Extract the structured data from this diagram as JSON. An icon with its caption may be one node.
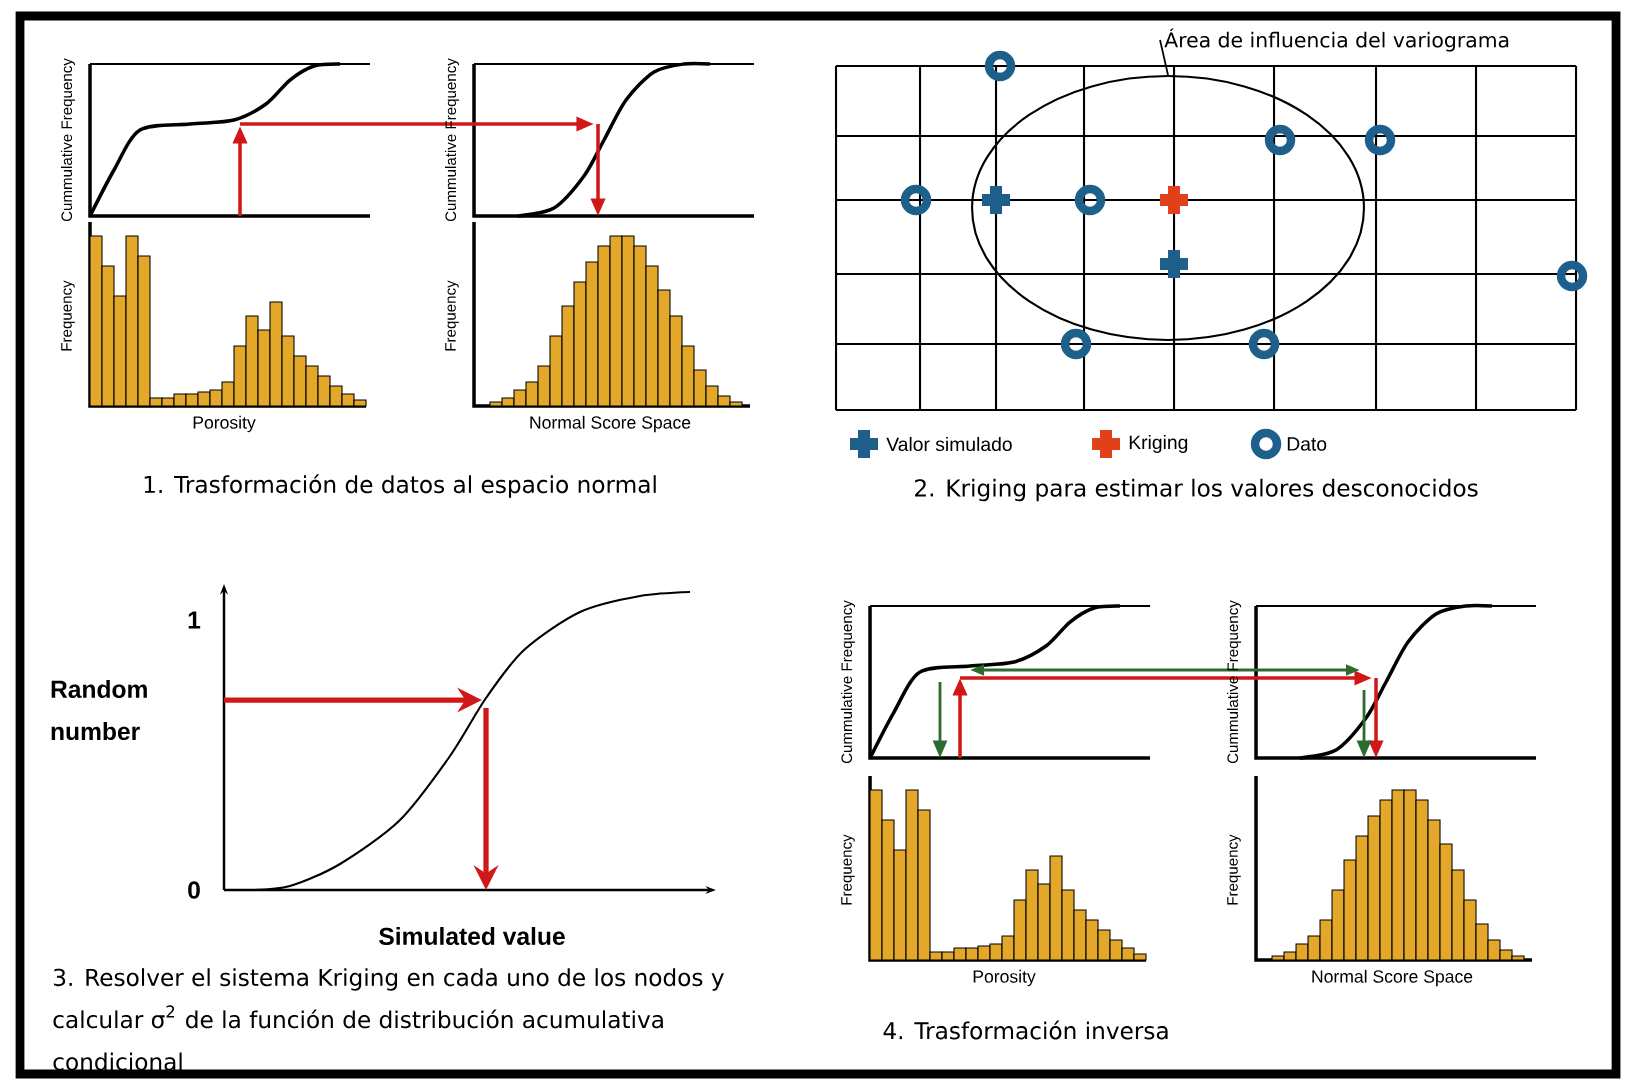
{
  "diagram": {
    "nodes": [
      {
        "text": [
          "Área de influencia del variograma"
        ]
      },
      {
        "text": [],
        "shape": "ellipse"
      }
    ],
    "edges": [
      {
        "from": 0,
        "to": 1,
        "arrow": "none"
      }
    ],
    "labels": [
      "Cummulative Frequency",
      "Frequency",
      "Porosity",
      "Cummulative Frequency",
      "Frequency",
      "Normal Score Space",
      "1. Trasformación de datos al espacio normal",
      "2. Kriging para estimar los valores desconocidos",
      "1",
      "Random number",
      "0",
      "Simulated value",
      "3. Resolver el sistema Kriging en cada uno de los nodos y calcular σ$^{2}$ de la función de distribución acumulativa condicional",
      "Cummulative Frequency",
      "Frequency",
      "Porosity",
      "Cummulative Frequency",
      "Frequency",
      "Normal Score Space",
      "4. Trasformación inversa"
    ],
    "legend": [
      {
        "text": "Valor simulado",
        "color": "#1f5f8b"
      },
      {
        "text": "Kriging",
        "color": "#e0401a"
      },
      {
        "text": "Dato"
      }
    ]
  }
}
